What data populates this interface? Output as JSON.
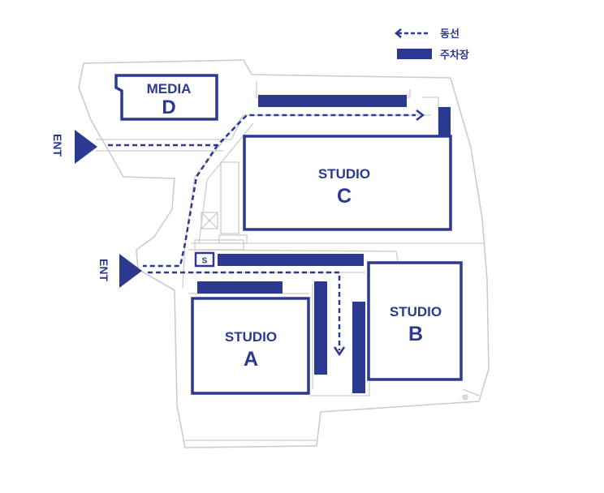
{
  "legend": {
    "route_label": "동선",
    "parking_label": "주차장"
  },
  "buildings": {
    "media_d": {
      "line1": "MEDIA",
      "line2": "D"
    },
    "studio_c": {
      "line1": "STUDIO",
      "line2": "C"
    },
    "studio_b": {
      "line1": "STUDIO",
      "line2": "B"
    },
    "studio_a": {
      "line1": "STUDIO",
      "line2": "A"
    }
  },
  "entrances": [
    {
      "label": "ENT"
    },
    {
      "label": "ENT"
    }
  ],
  "security_booth": {
    "label": "S"
  },
  "colors": {
    "primary": "#2b3990",
    "site_outline": "#cccccc",
    "background": "#ffffff"
  }
}
